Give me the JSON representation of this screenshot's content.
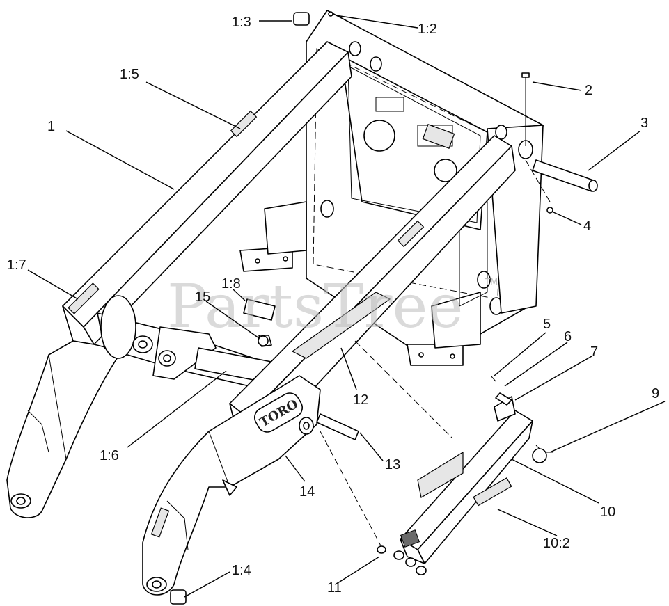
{
  "watermark": {
    "text": "PartsTree",
    "tm": "TM"
  },
  "brand_plate": {
    "text": "TORO"
  },
  "callouts": [
    {
      "id": "1:3",
      "label": "1:3"
    },
    {
      "id": "1:2",
      "label": "1:2"
    },
    {
      "id": "1:5",
      "label": "1:5"
    },
    {
      "id": "1",
      "label": "1"
    },
    {
      "id": "2",
      "label": "2"
    },
    {
      "id": "3",
      "label": "3"
    },
    {
      "id": "4",
      "label": "4"
    },
    {
      "id": "1:7",
      "label": "1:7"
    },
    {
      "id": "1:8",
      "label": "1:8"
    },
    {
      "id": "15",
      "label": "15"
    },
    {
      "id": "5",
      "label": "5"
    },
    {
      "id": "6",
      "label": "6"
    },
    {
      "id": "7",
      "label": "7"
    },
    {
      "id": "9",
      "label": "9"
    },
    {
      "id": "12",
      "label": "12"
    },
    {
      "id": "1:6",
      "label": "1:6"
    },
    {
      "id": "13",
      "label": "13"
    },
    {
      "id": "14",
      "label": "14"
    },
    {
      "id": "10",
      "label": "10"
    },
    {
      "id": "10:2",
      "label": "10:2"
    },
    {
      "id": "1:4",
      "label": "1:4"
    },
    {
      "id": "11",
      "label": "11"
    }
  ]
}
